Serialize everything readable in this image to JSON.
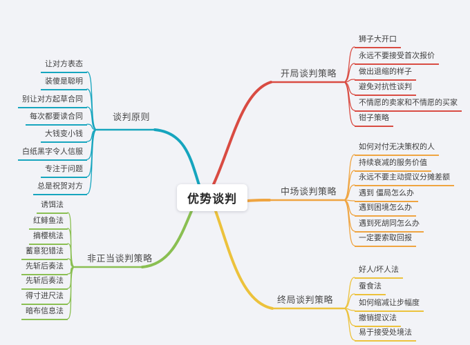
{
  "canvas_background": "#f2f3f7",
  "center": {
    "label": "优势谈判"
  },
  "branches": [
    {
      "id": "principles",
      "label": "谈判原则",
      "color": "#16a5be",
      "side": "left",
      "items": [
        "让对方表态",
        "装傻是聪明",
        "别让对方起草合同",
        "每次都要读合同",
        "大钱变小钱",
        "白纸黑字令人信服",
        "专注于问题",
        "总是祝贺对方"
      ]
    },
    {
      "id": "opening",
      "label": "开局谈判策略",
      "color": "#d94b42",
      "side": "right",
      "items": [
        "狮子大开口",
        "永远不要接受首次报价",
        "做出退缩的样子",
        "避免对抗性谈判",
        "不情愿的卖家和不情愿的买家",
        "钳子策略"
      ]
    },
    {
      "id": "midgame",
      "label": "中场谈判策略",
      "color": "#efa440",
      "side": "right",
      "items": [
        "如何对付无决策权的人",
        "持续衰减的服务价值",
        "永远不要主动提议分摊差额",
        "遇到 僵局怎么办",
        "遇到困境怎么办",
        "遇到死胡同怎么办",
        "一定要索取回报"
      ]
    },
    {
      "id": "endgame",
      "label": "终局谈判策略",
      "color": "#ecc23c",
      "side": "right",
      "items": [
        "好人/坏人法",
        "蚕食法",
        "如何缩减让步幅度",
        "撤销提议法",
        "易于接受处境法"
      ]
    },
    {
      "id": "improper",
      "label": "非正当谈判策略",
      "color": "#8abf52",
      "side": "left",
      "items": [
        "诱饵法",
        "红鲱鱼法",
        "摘樱桃法",
        "蓄意犯错法",
        "先斩后奏法",
        "先斩后奏法",
        "得寸进尺法",
        "暗布信息法"
      ]
    }
  ]
}
